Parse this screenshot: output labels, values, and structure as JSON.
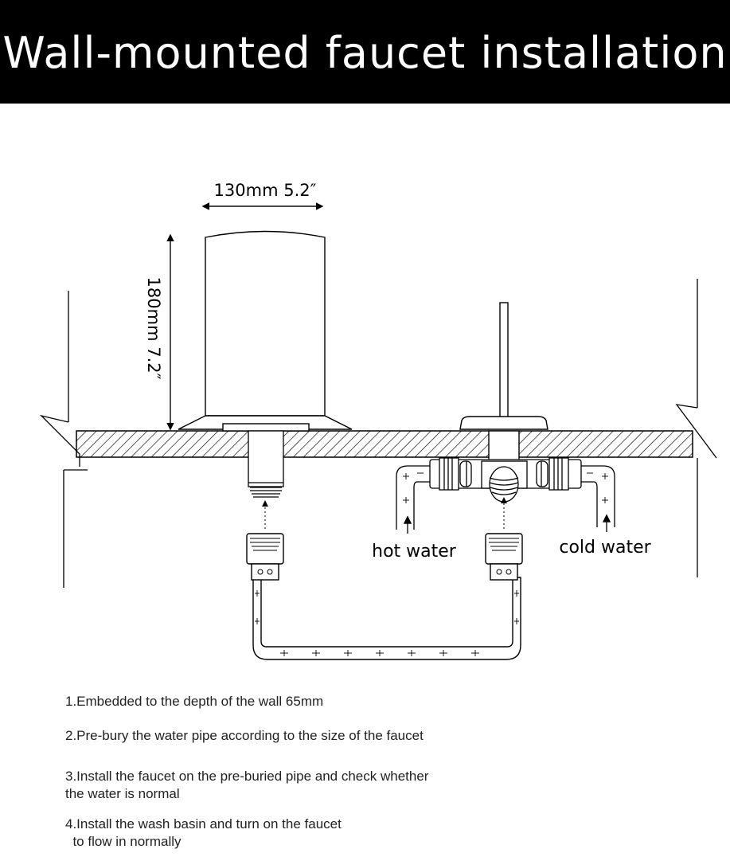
{
  "header": {
    "title": "Wall-mounted faucet installation"
  },
  "dimensions": {
    "width_label": "130mm 5.2″",
    "height_label": "180mm 7.2″"
  },
  "labels": {
    "hot_water": "hot water",
    "cold_water": "cold water"
  },
  "steps": [
    {
      "line1": "1.Embedded to the depth of the wall 65mm",
      "line2": ""
    },
    {
      "line1": "2.Pre-bury the water pipe according to the size of the faucet",
      "line2": ""
    },
    {
      "line1": "3.Install the faucet on the pre-buried pipe and check whether",
      "line2": "the water is normal"
    },
    {
      "line1": "4.Install the wash basin and turn on the faucet",
      "line2": "  to flow in normally"
    }
  ]
}
